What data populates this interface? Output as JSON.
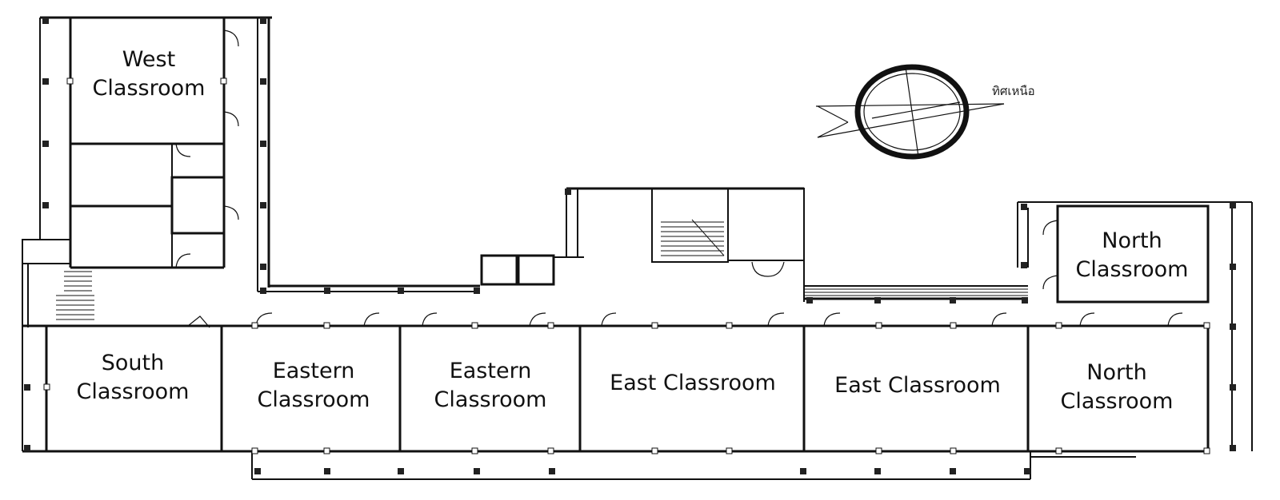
{
  "rooms": {
    "west": "West\nClassroom",
    "south": "South\nClassroom",
    "eastern_1": "Eastern\nClassroom",
    "eastern_2": "Eastern\nClassroom",
    "east_1": "East Classroom",
    "east_2": "East Classroom",
    "north_upper": "North\nClassroom",
    "north_lower": "North\nClassroom"
  },
  "compass": {
    "label": "ทิศเหนือ"
  },
  "colors": {
    "line": "#111111",
    "background": "#ffffff"
  }
}
